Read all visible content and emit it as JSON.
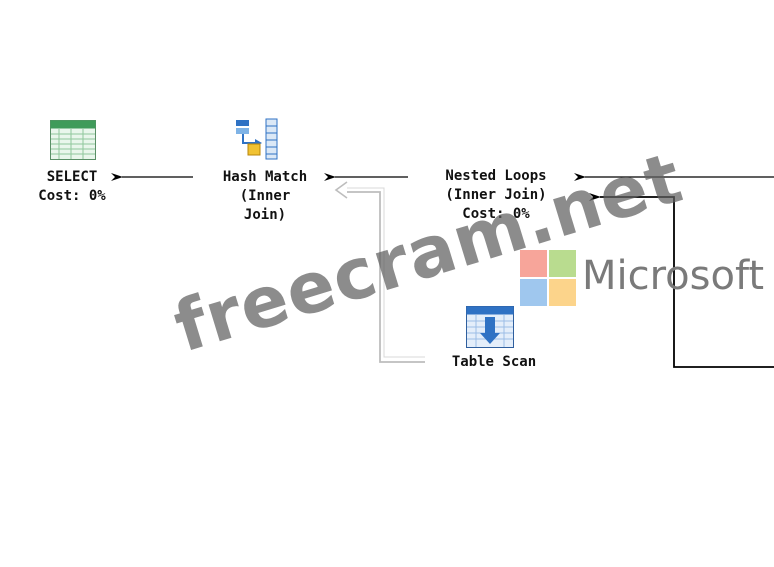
{
  "nodes": {
    "select": {
      "line1": "SELECT",
      "line2": "Cost: 0%",
      "icon": "select-result-icon"
    },
    "hash_match": {
      "line1": "Hash Match",
      "line2": "(Inner",
      "line3": "Join)",
      "icon": "hash-match-icon"
    },
    "nested_loops": {
      "line1": "Nested Loops",
      "line2": "(Inner Join)",
      "line3": "Cost: 0%",
      "icon": "none"
    },
    "table_scan": {
      "line1": "Table Scan",
      "icon": "table-scan-icon"
    }
  },
  "watermark": {
    "site": "freecram.net",
    "brand": "Microsoft"
  },
  "colors": {
    "edge_main": "#000000",
    "edge_faded": "#bdbdbd",
    "icon_green": "#3f9b5a",
    "icon_blue": "#2f72c4",
    "ms_red": "#f25022",
    "ms_green": "#7fba00",
    "ms_blue": "#00a4ef",
    "ms_yellow": "#ffb900"
  }
}
